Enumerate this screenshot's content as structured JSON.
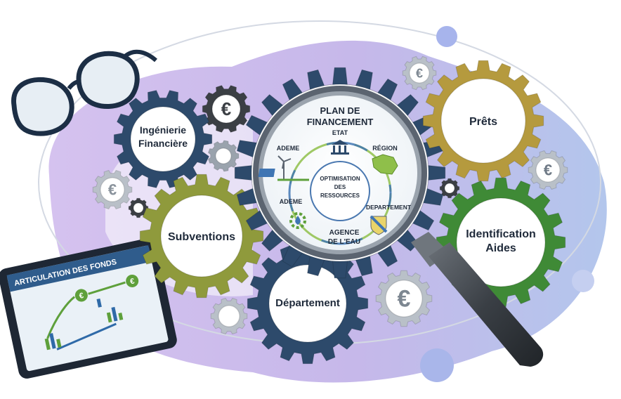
{
  "gears": {
    "ingenierie": {
      "line1": "Ingénierie",
      "line2": "Financière"
    },
    "subventions": {
      "label": "Subventions"
    },
    "departement": {
      "label": "Département"
    },
    "prets": {
      "label": "Prêts"
    },
    "identification": {
      "line1": "Identification",
      "line2": "Aides"
    }
  },
  "lens": {
    "title_line1": "PLAN DE",
    "title_line2": "FINANCEMENT",
    "etat": "ETAT",
    "region": "RÉGION",
    "ademe_top": "ADEME",
    "ademe_bottom": "ADEME",
    "departement": "DEPARTEMENT",
    "agence_line1": "AGENCE",
    "agence_line2": "DE L'EAU",
    "center_line1": "OPTIMISATION",
    "center_line2": "DES",
    "center_line3": "RESSOURCES"
  },
  "tablet": {
    "title": "ARTICULATION DES FONDS"
  },
  "coin_symbol": "€",
  "colors": {
    "navy": "#2d4a6b",
    "olive": "#8f9a3c",
    "gold": "#b59a3e",
    "green": "#3f8a36",
    "gray": "#9aa3ad",
    "dark": "#3b3f44",
    "blob": "#c9b6e6",
    "blob_blue": "#b7c9ea"
  }
}
